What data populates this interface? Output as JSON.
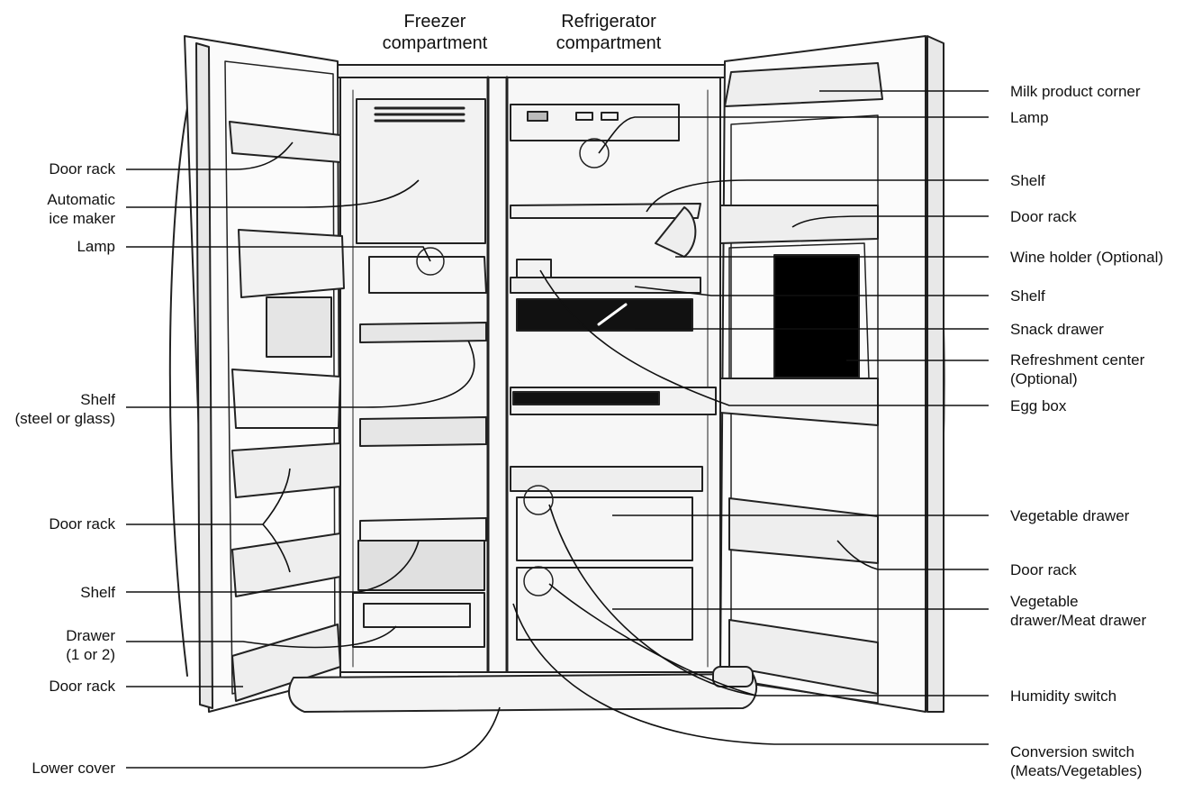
{
  "headers": {
    "freezer": [
      "Freezer",
      "compartment"
    ],
    "refrigerator": [
      "Refrigerator",
      "compartment"
    ]
  },
  "labels_left": {
    "door_rack_top": [
      "Door rack"
    ],
    "ice_maker": [
      "Automatic",
      "ice maker"
    ],
    "lamp": [
      "Lamp"
    ],
    "shelf_steel": [
      "Shelf",
      "(steel or glass)"
    ],
    "door_rack_mid": [
      "Door rack"
    ],
    "shelf": [
      "Shelf"
    ],
    "drawer": [
      "Drawer",
      "(1 or 2)"
    ],
    "door_rack_bottom": [
      "Door rack"
    ],
    "lower_cover": [
      "Lower cover"
    ]
  },
  "labels_right": {
    "milk": [
      "Milk product corner"
    ],
    "lamp": [
      "Lamp"
    ],
    "shelf_top": [
      "Shelf"
    ],
    "door_rack_top": [
      "Door rack"
    ],
    "wine": [
      "Wine holder (Optional)"
    ],
    "shelf_mid": [
      "Shelf"
    ],
    "snack": [
      "Snack drawer"
    ],
    "refresh": [
      "Refreshment center",
      "(Optional)"
    ],
    "egg": [
      "Egg box"
    ],
    "veg": [
      "Vegetable drawer"
    ],
    "door_rack_bottom": [
      "Door rack"
    ],
    "veg_meat": [
      "Vegetable",
      "drawer/Meat drawer"
    ],
    "humidity": [
      "Humidity switch"
    ],
    "conversion": [
      "Conversion switch",
      "(Meats/Vegetables)"
    ]
  }
}
